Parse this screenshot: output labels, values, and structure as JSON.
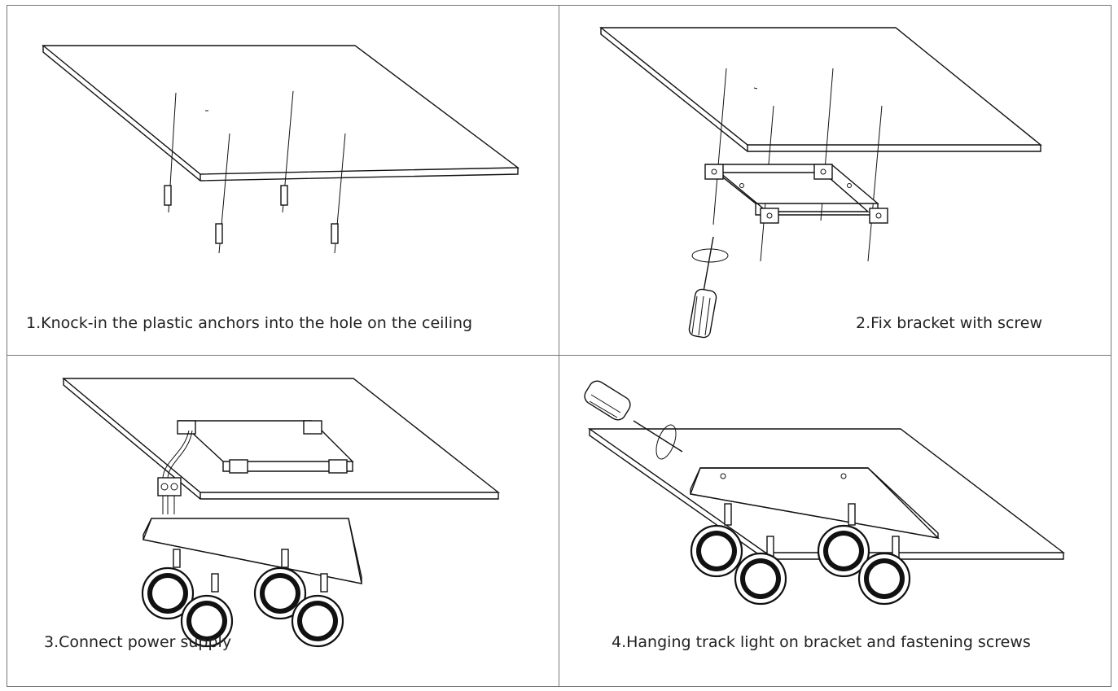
{
  "steps": [
    {
      "caption": "1.Knock-in the plastic anchors into the hole on the ceiling"
    },
    {
      "caption": "2.Fix bracket with screw"
    },
    {
      "caption": "3.Connect power supply"
    },
    {
      "caption": "4.Hanging track light on bracket and fastening screws"
    }
  ],
  "colors": {
    "line": "#111111",
    "frame": "#777777",
    "background": "#ffffff"
  }
}
